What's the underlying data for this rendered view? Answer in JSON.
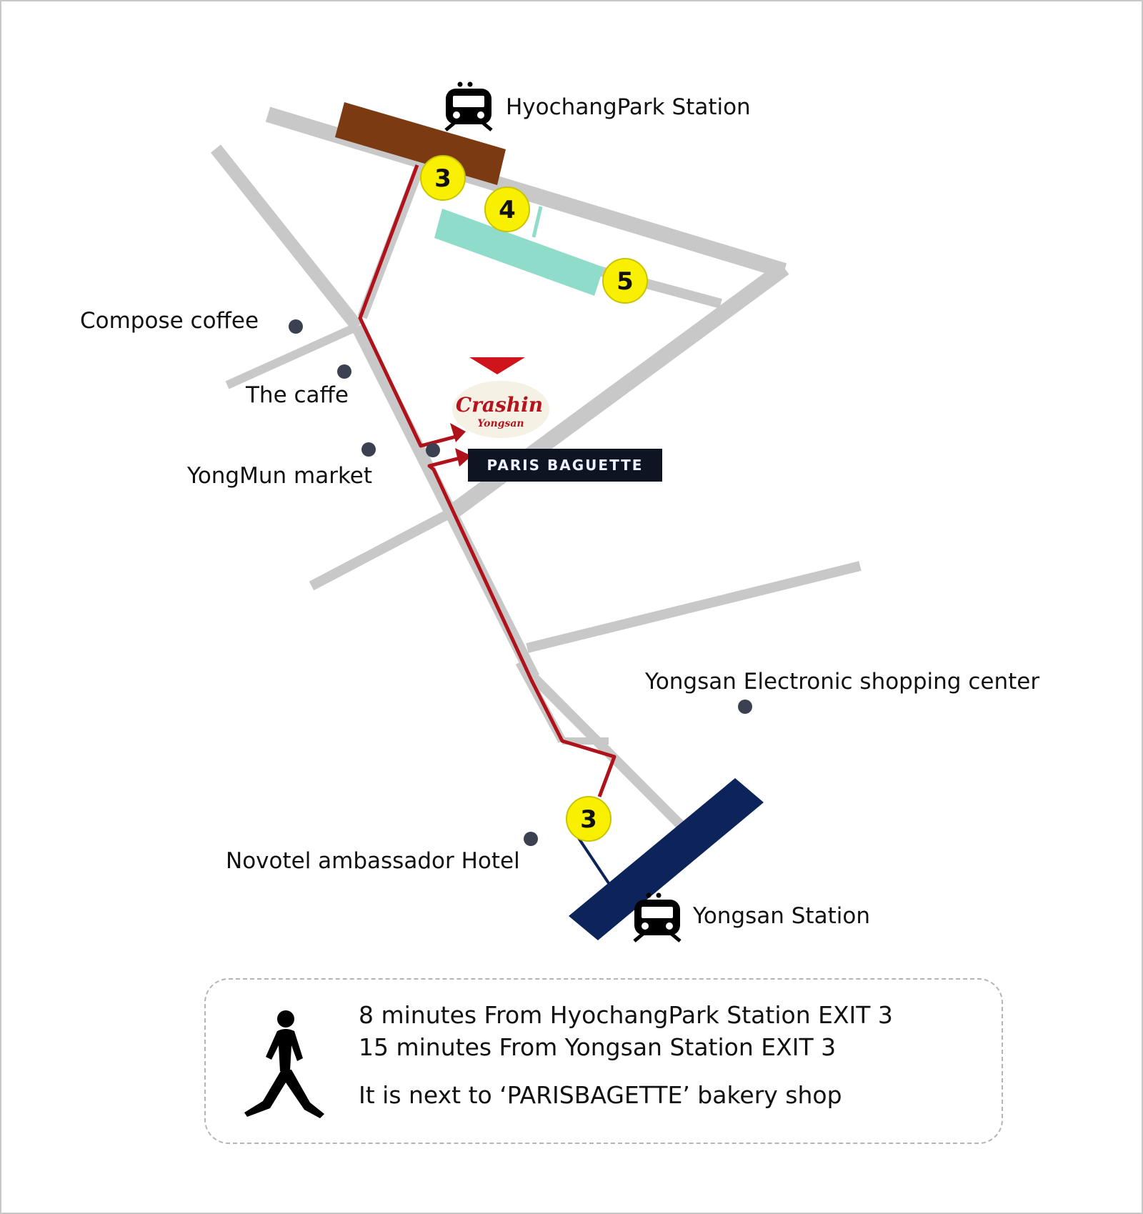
{
  "stations": {
    "hyochang": {
      "name": "HyochangPark Station",
      "color": "#7b3a12"
    },
    "yongsan": {
      "name": "Yongsan Station",
      "color": "#0c2459"
    }
  },
  "exits": [
    {
      "id": "hyochang-exit-3",
      "number": "3"
    },
    {
      "id": "hyochang-exit-4",
      "number": "4"
    },
    {
      "id": "hyochang-exit-5",
      "number": "5"
    },
    {
      "id": "yongsan-exit-3",
      "number": "3"
    }
  ],
  "landmarks": [
    {
      "id": "compose-coffee",
      "label": "Compose coffee"
    },
    {
      "id": "the-caffe",
      "label": "The caffe"
    },
    {
      "id": "yongmun-market",
      "label": "YongMun market"
    },
    {
      "id": "yongsan-electronic",
      "label": "Yongsan Electronic shopping center"
    },
    {
      "id": "novotel",
      "label": "Novotel ambassador Hotel"
    }
  ],
  "destination": {
    "logo_main": "Crashin",
    "logo_sub": "Yongsan",
    "neighbor": "PARIS BAGUETTE"
  },
  "info": {
    "line1": "8 minutes  From HyochangPark Station EXIT 3",
    "line2": "15 minutes From Yongsan Station EXIT 3",
    "line3": "It is next to ‘PARISBAGETTE’ bakery shop"
  },
  "colors": {
    "road": "#c8c8c8",
    "route": "#b0121b",
    "exit_marker": "#f8f000",
    "building": "#8fdccb",
    "landmark_dot": "#3b4150",
    "destination_marker": "#d0141c"
  },
  "icons": {
    "station": "train-icon",
    "walking": "walking-person-icon"
  }
}
